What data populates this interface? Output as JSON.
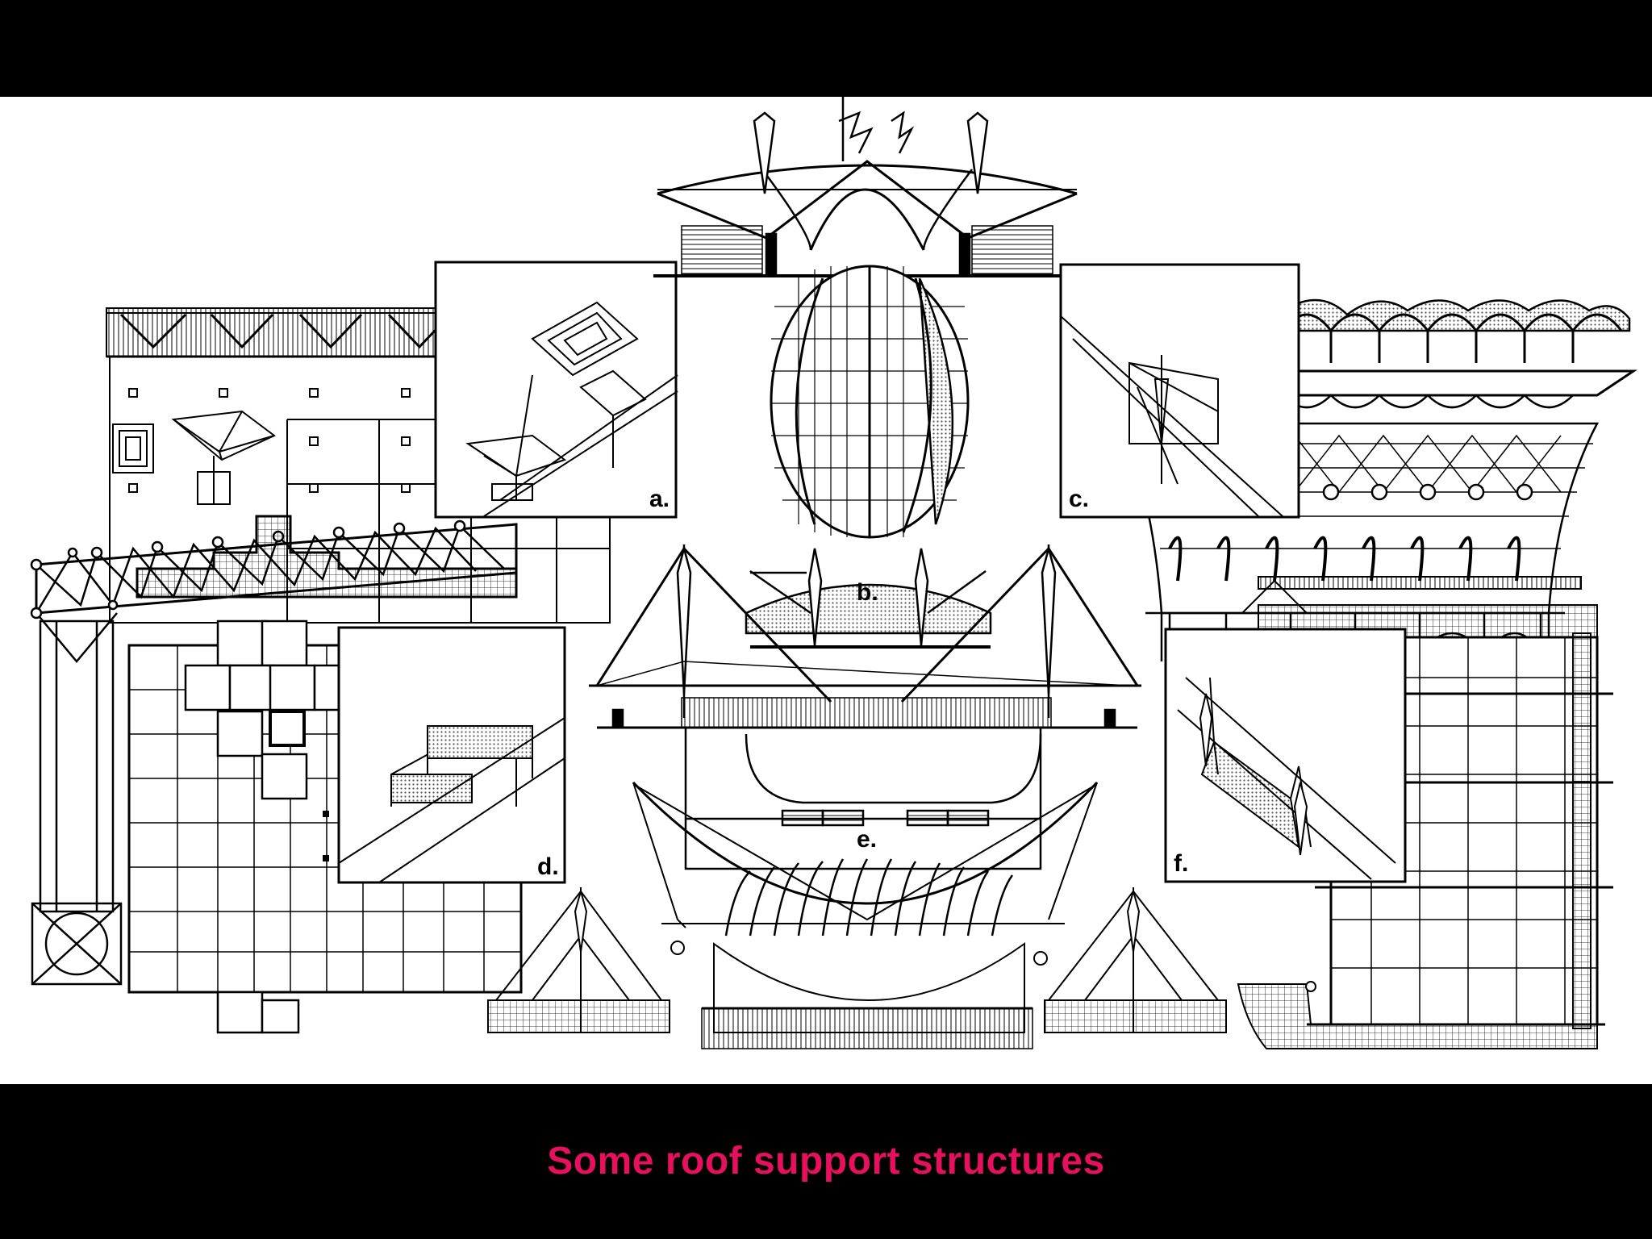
{
  "caption": "Some roof support structures",
  "labels": {
    "a": "a.",
    "b": "b.",
    "c": "c.",
    "d": "d.",
    "e": "e.",
    "f": "f."
  },
  "colors": {
    "background_band": "#000000",
    "drawing_background": "#ffffff",
    "caption": "#e6105f",
    "linework": "#000000",
    "hatch": "#bdbdbd"
  }
}
